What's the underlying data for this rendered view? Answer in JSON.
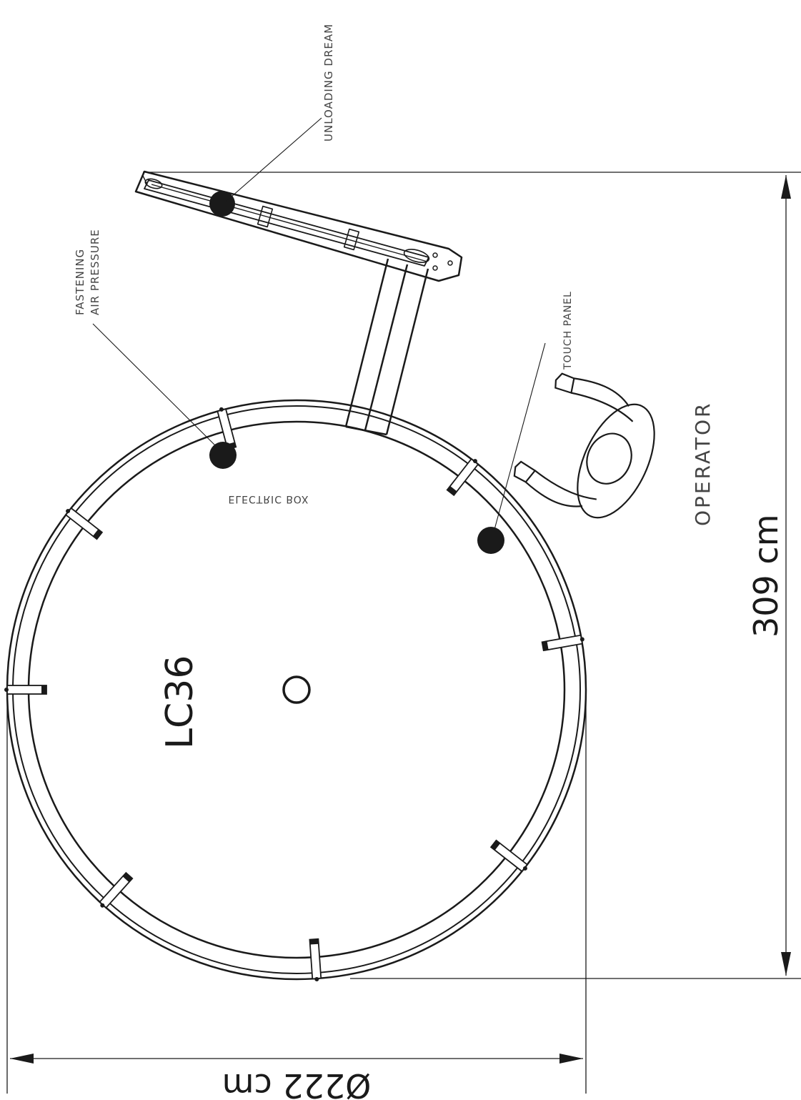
{
  "labels": {
    "unloading_beam": "UNLOADING DREAM",
    "fastening_line1": "FASTENING",
    "fastening_line2": "AIR PRESSURE",
    "touch_panel": "TOUCH PANEL",
    "operator": "OPERATOR",
    "machine_model": "LC36",
    "electric_box": "ELECTRIC BOX"
  },
  "dimensions": {
    "height_text": "309 cm",
    "diameter_text": "Ø222 cm"
  },
  "colors": {
    "line": "#1a1a1a",
    "background": "#ffffff"
  }
}
